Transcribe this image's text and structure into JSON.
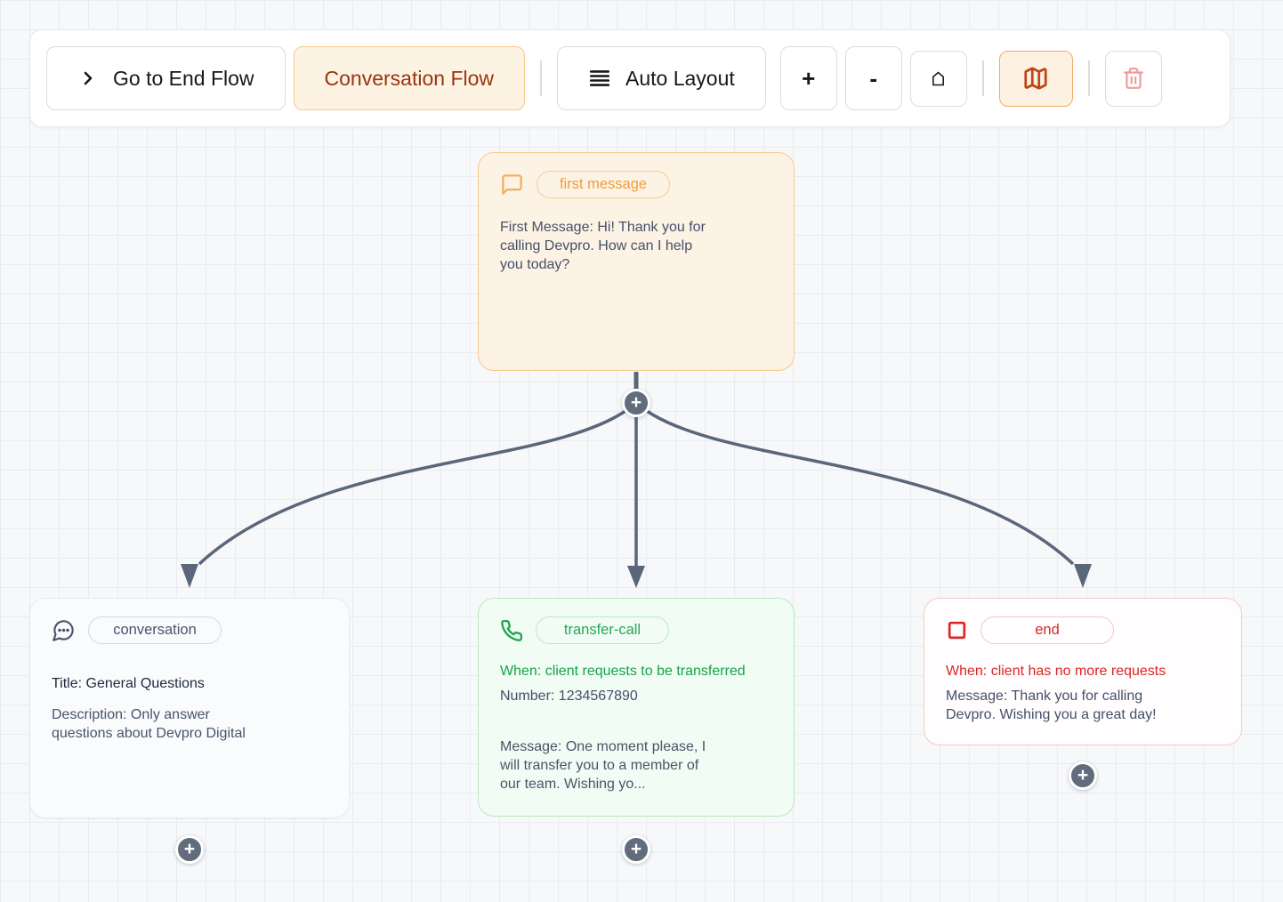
{
  "toolbar": {
    "go_to_end_flow_label": "Go to End Flow",
    "conversation_flow_label": "Conversation Flow",
    "auto_layout_label": "Auto Layout",
    "zoom_in_glyph": "+",
    "zoom_out_glyph": "-"
  },
  "ui": {
    "plus_glyph": "+"
  },
  "icons": {
    "go_to_end_flow": "chevron-right-icon",
    "auto_layout": "align-justify-icon",
    "fit_view": "home-icon",
    "minimap": "map-icon",
    "delete": "trash-icon",
    "first_message": "message-square-icon",
    "conversation": "message-circle-dots-icon",
    "transfer_call": "phone-icon",
    "end": "stop-square-icon"
  },
  "colors": {
    "canvas_bg": "#f7f8fa",
    "grid_line": "#e9ebf1",
    "edge": "#5a6679",
    "plus_button": "#616c7c",
    "orange_accent": "#f09d3c",
    "orange_bg": "#fdf3e4",
    "orange_border": "#f6c98e",
    "brown_text": "#9a3412",
    "green_accent": "#16a34a",
    "green_bg": "#f1fcf4",
    "green_border": "#b8e8c4",
    "red_accent": "#dc2626",
    "red_border": "#f5c9c6",
    "slate_text": "#475569",
    "dark_text": "#1e293b",
    "trash_icon": "#f19999",
    "map_icon": "#bf4418"
  },
  "nodes": {
    "first_message": {
      "badge": "first message",
      "text": "First Message: Hi! Thank you for calling Devpro. How can I help you today?"
    },
    "conversation": {
      "badge": "conversation",
      "title": "Title: General Questions",
      "description": "Description: Only answer questions about Devpro Digital"
    },
    "transfer_call": {
      "badge": "transfer-call",
      "when": "When: client requests to be transferred",
      "number": "Number: 1234567890",
      "message": "Message: One moment please, I will transfer you to a member of our team. Wishing yo..."
    },
    "end": {
      "badge": "end",
      "when": "When: client has no more requests",
      "message": "Message: Thank you for calling Devpro. Wishing you a great day!"
    }
  }
}
